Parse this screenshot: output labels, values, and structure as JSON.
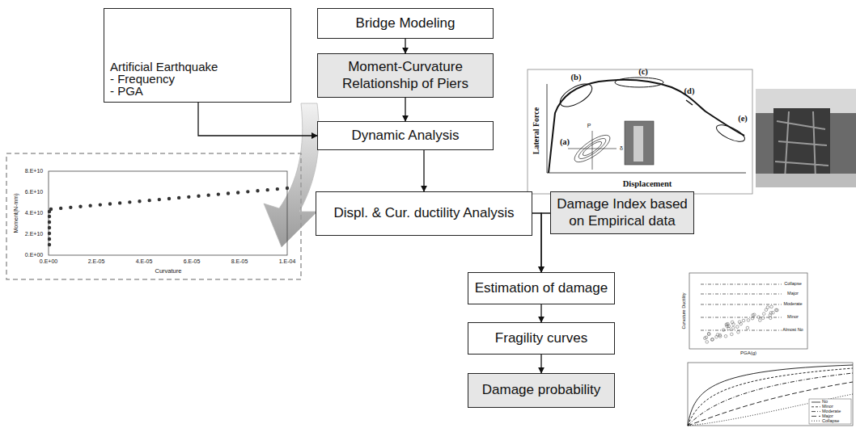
{
  "diagram": {
    "nodes": [
      {
        "text": [
          "Artificial Earthquake",
          "- Frequency",
          "- PGA"
        ]
      },
      {
        "text": [
          "Bridge Modeling"
        ]
      },
      {
        "text": [
          "Moment-Curvature Relationship of Piers"
        ]
      },
      {
        "text": [
          "Dynamic Analysis"
        ]
      },
      {
        "text": [
          "Displ. & Cur. ductility Analysis"
        ]
      },
      {
        "text": [
          "Damage Index based on Empirical data"
        ]
      },
      {
        "text": [
          "Estimation of damage"
        ]
      },
      {
        "text": [
          "Fragility curves"
        ]
      },
      {
        "text": [
          "Damage probability"
        ]
      }
    ],
    "edges": [
      {
        "from": 1,
        "to": 2,
        "arrow": "to"
      },
      {
        "from": 2,
        "to": 3,
        "arrow": "to"
      },
      {
        "from": 0,
        "to": 3,
        "arrow": "to"
      },
      {
        "from": 3,
        "to": 4,
        "arrow": "to"
      },
      {
        "from": 4,
        "to": 6,
        "arrow": "to"
      },
      {
        "from": 5,
        "to": 6,
        "arrow": "to"
      },
      {
        "from": 6,
        "to": 7,
        "arrow": "to"
      },
      {
        "from": 7,
        "to": 8,
        "arrow": "to"
      }
    ],
    "labels": [
      "8.E+10",
      "6.E+10",
      "4.E+10",
      "2.E+10",
      "0.E+00",
      "Moment(N-mm)",
      "0.E+00",
      "2.E-05",
      "4.E-05",
      "6.E-05",
      "8.E-05",
      "1.E-04",
      "Curvature",
      "Lateral Force",
      "Displacement",
      "(a)",
      "(b)",
      "(c)",
      "(d)",
      "(e)",
      "P",
      "δ",
      "Collapse",
      "Major",
      "Moderate",
      "Minor",
      "Almost No",
      "PGA(g)",
      "Curvature Ductility"
    ],
    "legend": [
      {
        "text": "No"
      },
      {
        "text": "Minor"
      },
      {
        "text": "Moderate"
      },
      {
        "text": "Major"
      },
      {
        "text": "Collapse"
      }
    ]
  }
}
